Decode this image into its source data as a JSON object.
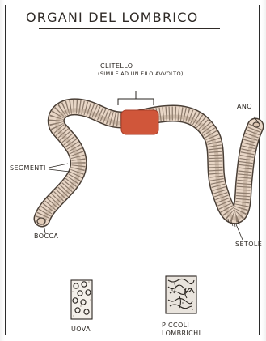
{
  "title": "ORGANI DEL LOMBRICO",
  "labels": {
    "clitello": "CLITELLO",
    "clitello_note": "(SIMILE AD UN FILO AVVOLTO)",
    "ano": "ANO",
    "segmenti": "SEGMENTI",
    "bocca": "BOCCA",
    "setole": "SETOLE",
    "uova": "UOVA",
    "piccoli_line1": "PICCOLI",
    "piccoli_line2": "LOMBRICHI"
  },
  "colors": {
    "clitellum": "#d0563a",
    "body_fill": "#e8d6c6",
    "segment_lines": "#6b5a4c"
  }
}
